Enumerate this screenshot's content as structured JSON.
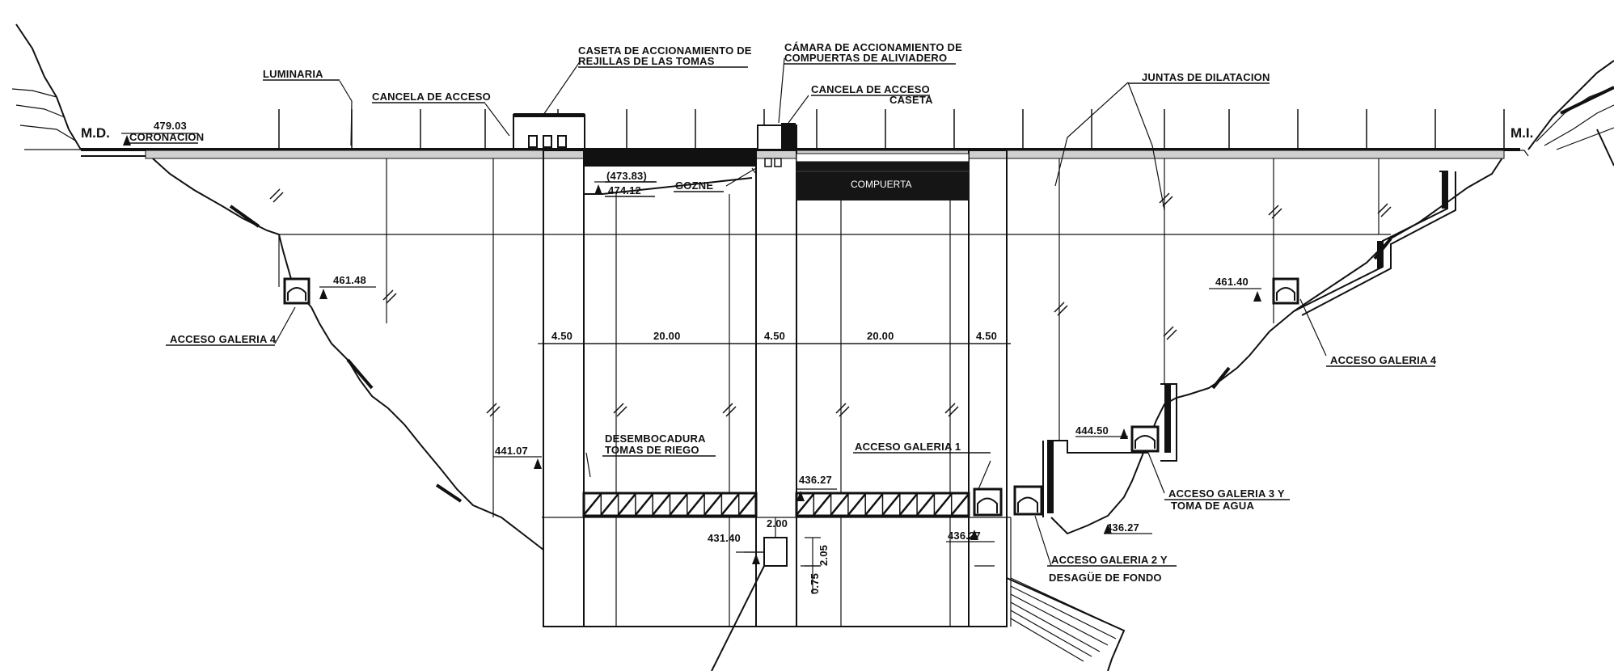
{
  "labels": {
    "md": "M.D.",
    "mi": "M.I.",
    "coronacion_elev": "479.03",
    "coronacion": "CORONACION",
    "luminaria": "LUMINARIA",
    "cancela_acceso": "CANCELA DE ACCESO",
    "caseta_accionamiento_1": "CASETA DE ACCIONAMIENTO DE",
    "caseta_accionamiento_2": "REJILLAS DE LAS TOMAS",
    "camara_accionamiento_1": "CÁMARA DE ACCIONAMIENTO DE",
    "camara_accionamiento_2": "COMPUERTAS DE ALIVIADERO",
    "cancela_caseta_1": "CANCELA DE ACCESO",
    "cancela_caseta_2": "CASETA",
    "juntas": "JUNTAS DE DILATACION",
    "elev_47383": "(473.83)",
    "elev_47412": "474.12",
    "gozne": "GOZNE",
    "compuerta": "COMPUERTA",
    "elev_left_gal4": "461.48",
    "acceso_gal4_left": "ACCESO GALERIA 4",
    "elev_right_gal4": "461.40",
    "acceso_gal4_right": "ACCESO GALERIA 4",
    "dim_450_a": "4.50",
    "dim_2000_a": "20.00",
    "dim_450_b": "4.50",
    "dim_2000_b": "20.00",
    "dim_450_c": "4.50",
    "elev_44107": "441.07",
    "desemb_1": "DESEMBOCADURA",
    "desemb_2": "TOMAS DE RIEGO",
    "acceso_gal1": "ACCESO GALERIA 1",
    "elev_44450": "444.50",
    "acceso_gal3_1": "ACCESO GALERIA 3 Y",
    "acceso_gal3_2": "TOMA DE AGUA",
    "elev_43627_a": "436.27",
    "elev_43627_b": "436.27",
    "elev_43627_c": "436.27",
    "elev_43140": "431.40",
    "dim_200": "2.00",
    "dim_205": "2.05",
    "dim_075": "0.75",
    "acceso_gal2_1": "ACCESO GALERIA 2 Y",
    "acceso_gal2_2": "DESAGÜE DE FONDO"
  }
}
